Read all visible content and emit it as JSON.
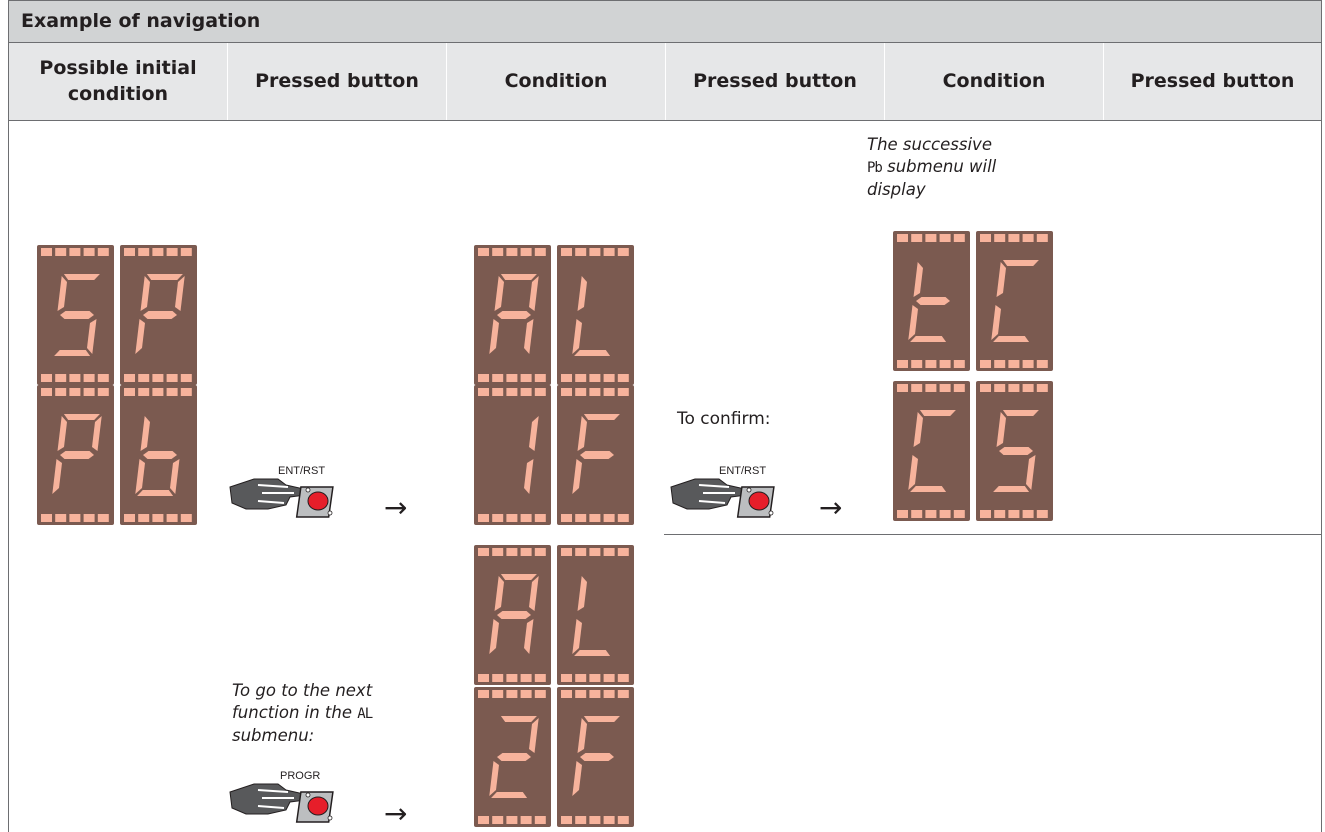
{
  "title": "Example of navigation",
  "headers": [
    "Possible initial condition",
    "Pressed button",
    "Condition",
    "Pressed button",
    "Condition",
    "Pressed button"
  ],
  "displays": {
    "initial_top": [
      "S",
      "P"
    ],
    "initial_bottom": [
      "P",
      "b"
    ],
    "cond1_top": [
      "A",
      "L"
    ],
    "cond1_bottom": [
      "1",
      "F"
    ],
    "cond2_top": [
      "A",
      "L"
    ],
    "cond2_bottom": [
      "2",
      "F"
    ],
    "result_top": [
      "t",
      "C"
    ],
    "result_bottom": [
      "C",
      "S"
    ]
  },
  "buttons": {
    "ent_rst_label": "ENT/RST",
    "progr_label": "PROGR"
  },
  "arrow_glyph": "→",
  "to_confirm": "To confirm:",
  "successive_note": {
    "line1": "The successive",
    "code": "Pb",
    "line2_suffix": " submenu will",
    "line3": "display"
  },
  "next_function_note": {
    "line1": "To go to the next",
    "line2_prefix": "function in the ",
    "code": "AL",
    "line3": "submenu:"
  },
  "colors": {
    "display_bg": "#7b5a50",
    "segment_on": "#f7b39c",
    "border": "#6d6e71",
    "header_bg": "#e6e7e8",
    "title_bg": "#d1d3d4",
    "button_red": "#e61e2a"
  }
}
